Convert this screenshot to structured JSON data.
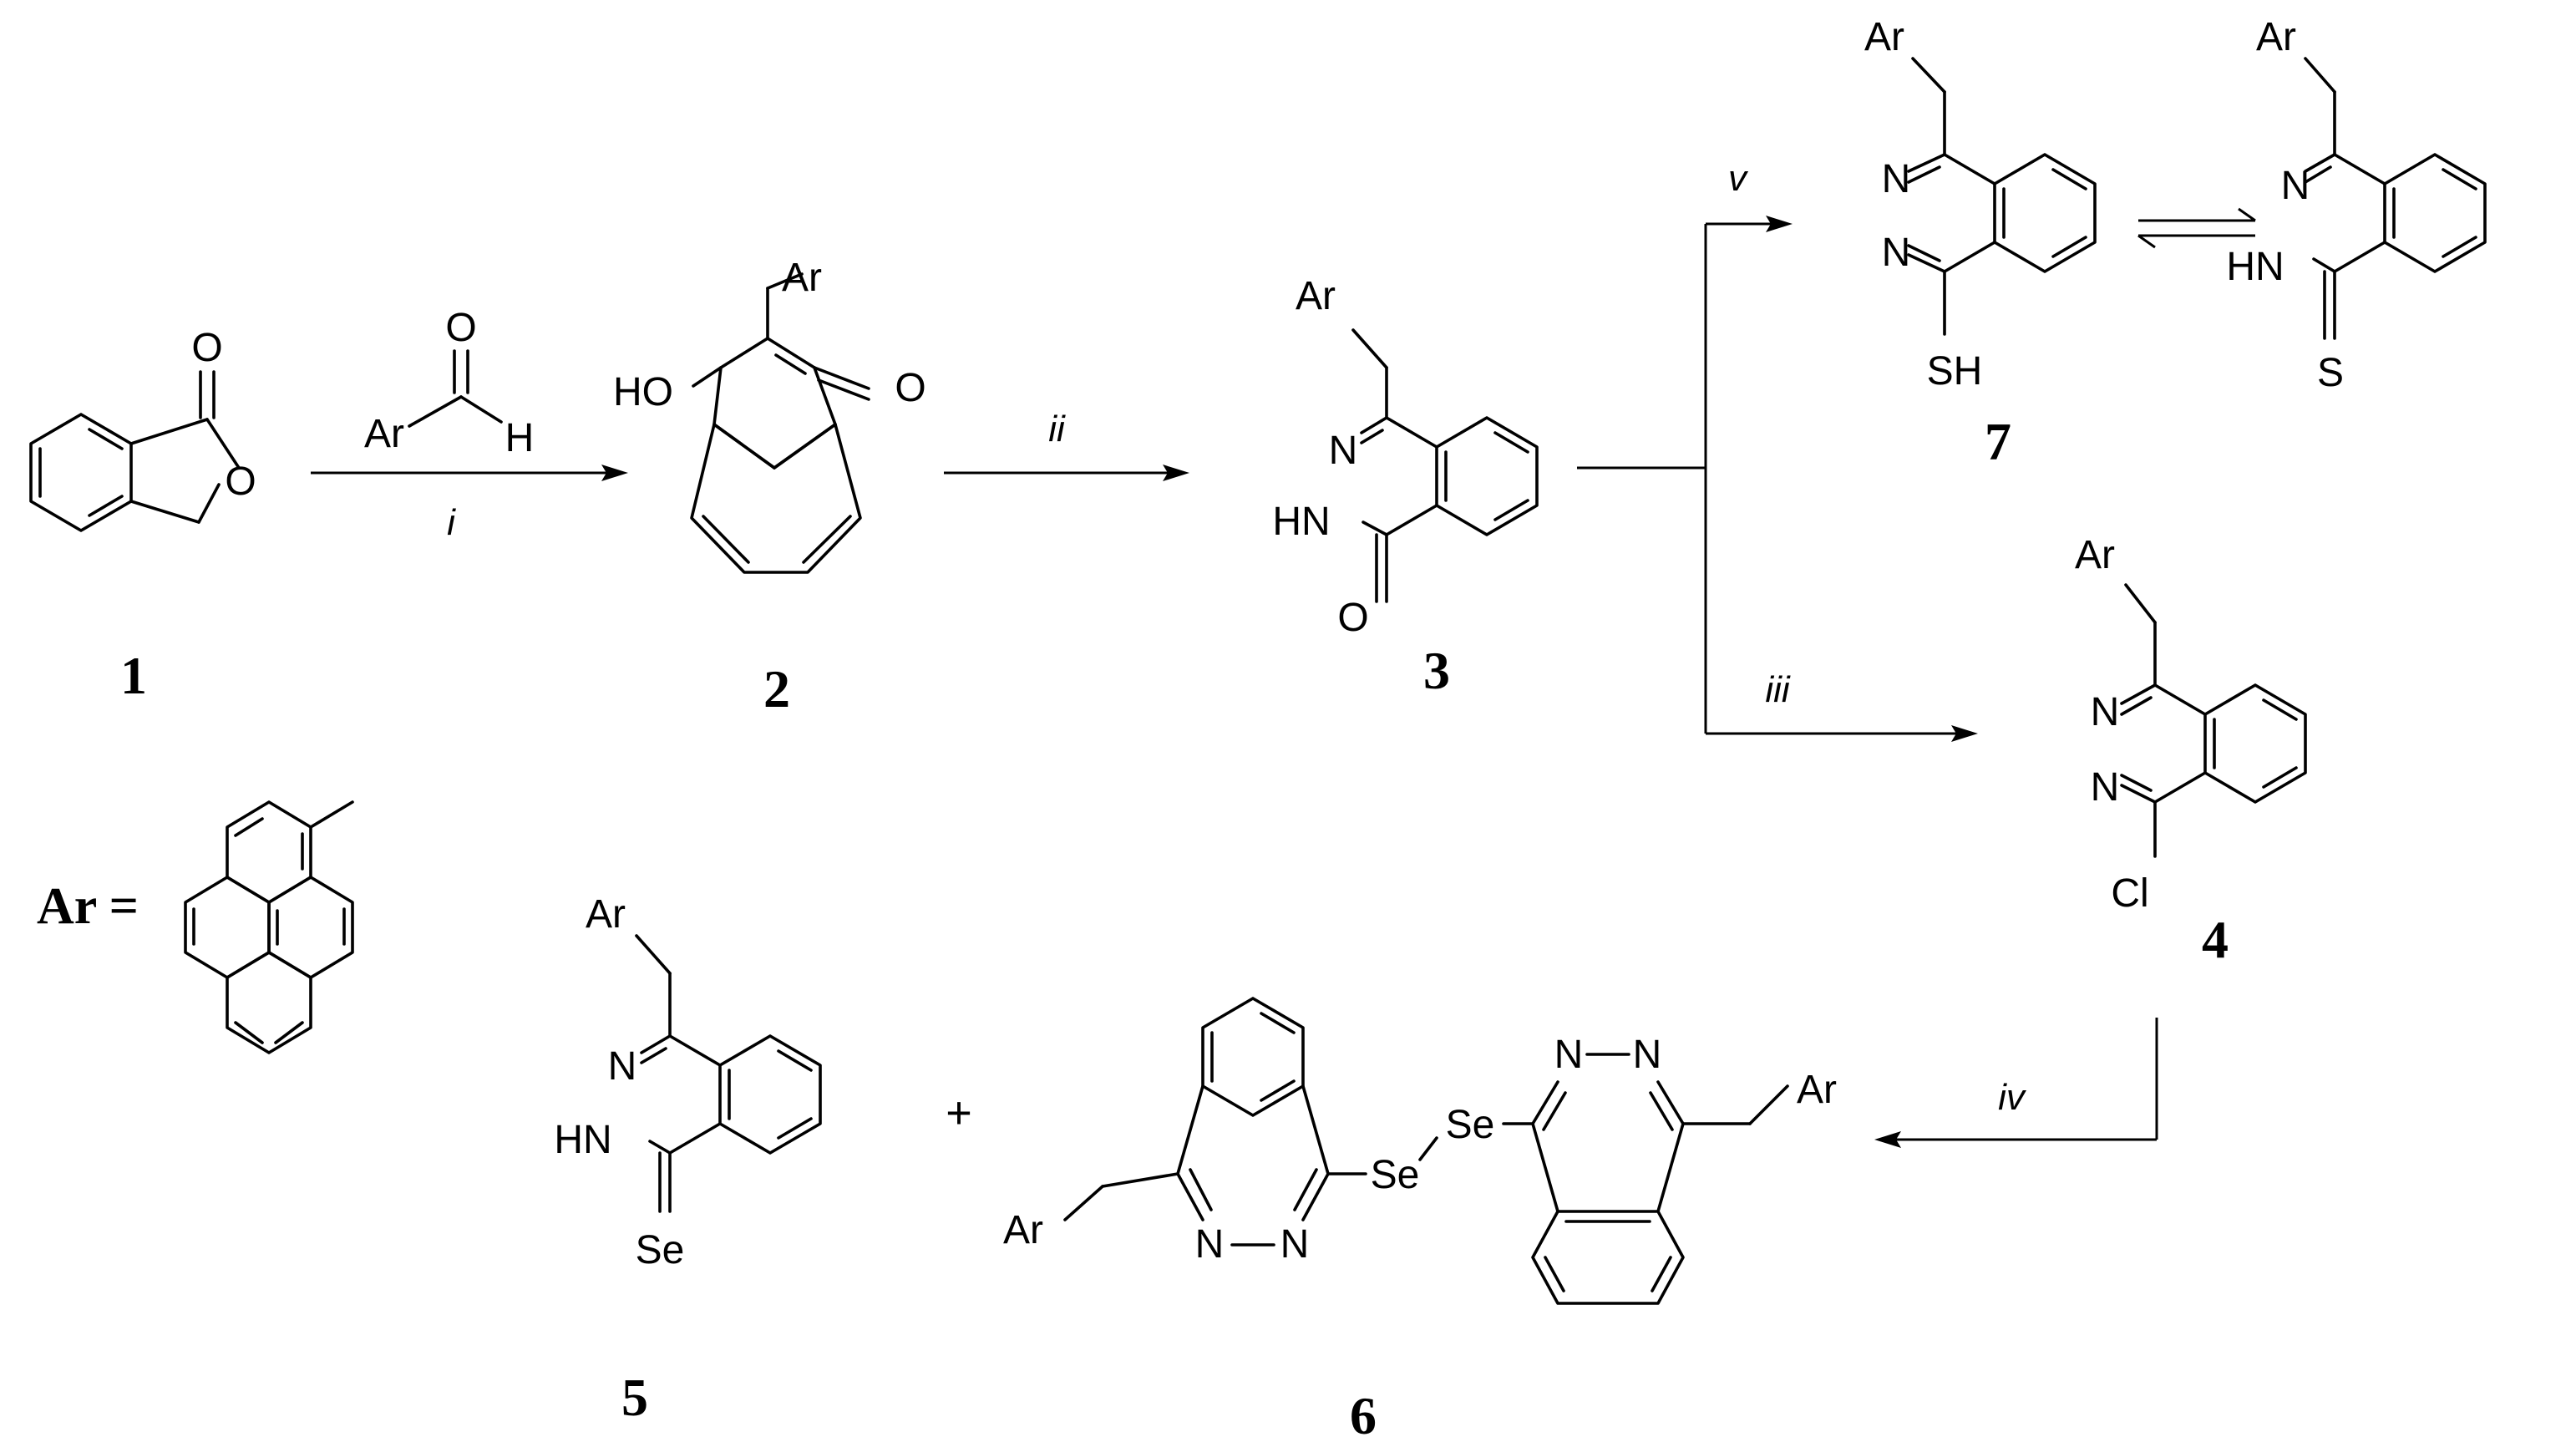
{
  "atoms": {
    "ar": "Ar",
    "o": "O",
    "h": "H",
    "ho": "HO",
    "n": "N",
    "hn": "HN",
    "sh": "SH",
    "s": "S",
    "cl": "Cl",
    "se": "Se"
  },
  "conditions": {
    "i": "i",
    "ii": "ii",
    "iii": "iii",
    "iv": "iv",
    "v": "v"
  },
  "compounds": {
    "c1": "1",
    "c2": "2",
    "c3": "3",
    "c4": "4",
    "c5": "5",
    "c6": "6",
    "c7": "7"
  },
  "ar_definition": "Ar =",
  "plus_sign": "+"
}
